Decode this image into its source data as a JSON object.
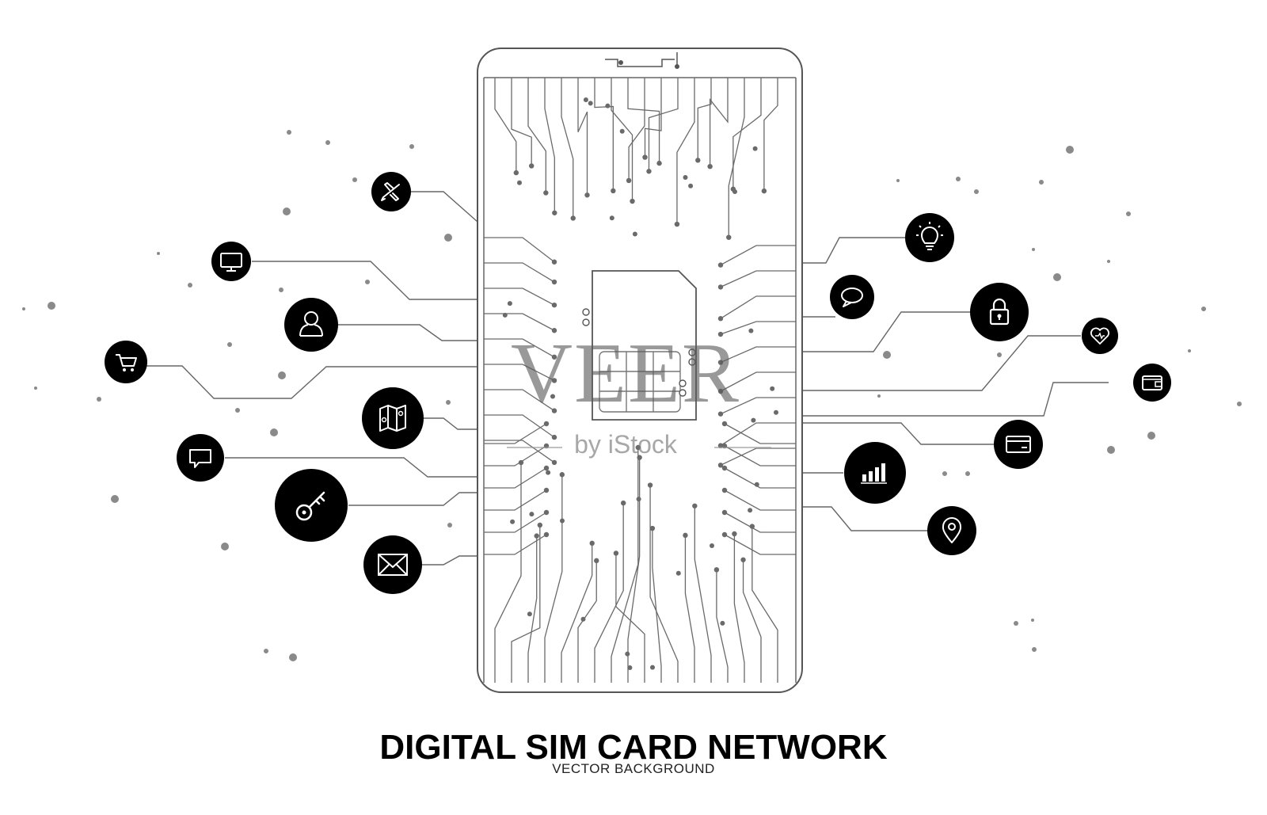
{
  "title": "DIGITAL SIM CARD NETWORK",
  "subtitle": "VECTOR BACKGROUND",
  "watermark": {
    "main": "VEER",
    "sub": "by iStock"
  },
  "colors": {
    "background": "#ffffff",
    "ink": "#000000",
    "line": "#555555",
    "dot": "#777777"
  },
  "icons_left": [
    "airplane-icon",
    "monitor-icon",
    "user-icon",
    "shopping-cart-icon",
    "map-icon",
    "chat-bubble-icon",
    "key-icon",
    "envelope-icon"
  ],
  "icons_right": [
    "lightbulb-icon",
    "speech-bubble-icon",
    "padlock-icon",
    "heart-rate-icon",
    "wallet-icon",
    "credit-card-icon",
    "bar-chart-icon",
    "location-pin-icon"
  ]
}
